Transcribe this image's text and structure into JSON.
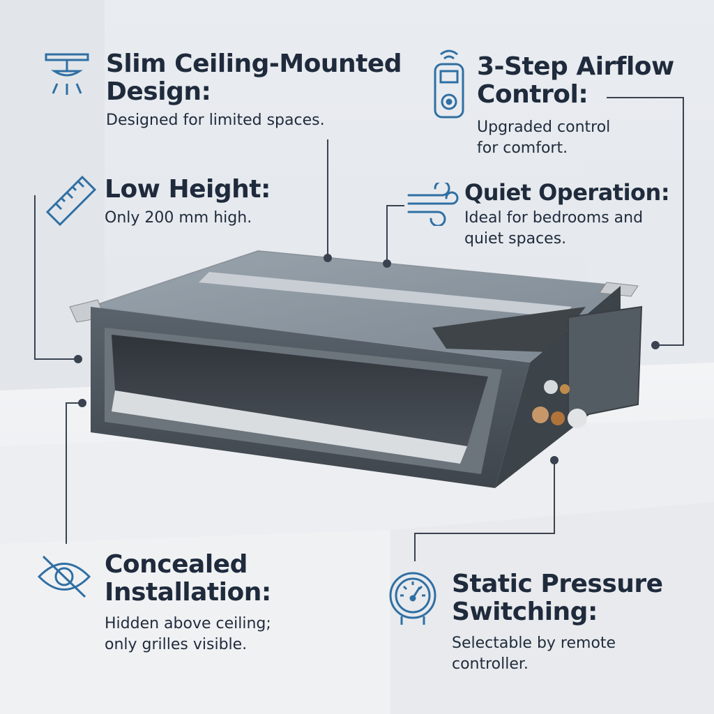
{
  "features": {
    "slim": {
      "title_1": "Slim Ceiling-Mounted",
      "title_2": "Design:",
      "desc_1": "Designed for limited spaces.",
      "icon": "ceiling-light-icon"
    },
    "airflow": {
      "title_1": "3-Step Airflow",
      "title_2": "Control:",
      "desc_1": "Upgraded control",
      "desc_2": "for comfort.",
      "icon": "remote-control-icon"
    },
    "height": {
      "title_1": "Low Height:",
      "desc_1": "Only 200 mm high.",
      "icon": "ruler-icon"
    },
    "quiet": {
      "title_1": "Quiet Operation:",
      "desc_1": "Ideal for bedrooms and",
      "desc_2": "quiet spaces.",
      "icon": "wind-icon"
    },
    "concealed": {
      "title_1": "Concealed",
      "title_2": "Installation:",
      "desc_1": "Hidden above ceiling;",
      "desc_2": "only grilles visible.",
      "icon": "eye-off-icon"
    },
    "static": {
      "title_1": "Static Pressure",
      "title_2": "Switching:",
      "desc_1": "Selectable by remote",
      "desc_2": "controller.",
      "icon": "pressure-gauge-icon"
    }
  },
  "colors": {
    "icon_blue": "#2f6fa3",
    "text": "#1f2b3c",
    "leader": "#3a4250"
  }
}
